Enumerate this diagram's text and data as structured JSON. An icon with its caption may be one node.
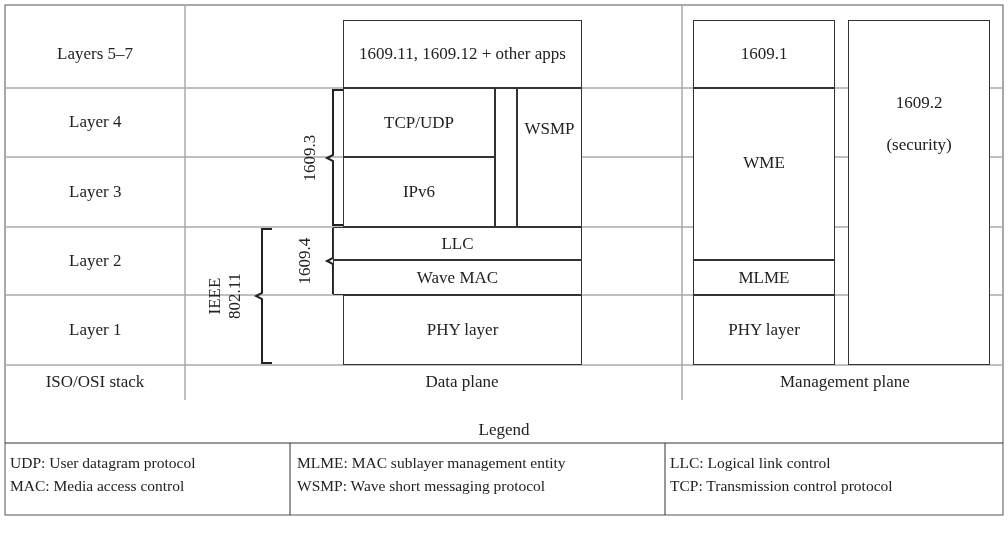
{
  "diagram": {
    "nodes": [
      {
        "text": [
          "1609.11, 1609.12 + other apps"
        ]
      },
      {
        "text": [
          "TCP/UDP"
        ]
      },
      {
        "text": [
          "IPv6"
        ]
      },
      {
        "text": [],
        "shape": "bar"
      },
      {
        "text": [
          "WSMP"
        ]
      },
      {
        "text": [
          "LLC"
        ]
      },
      {
        "text": [
          "Wave MAC"
        ]
      },
      {
        "text": [
          "PHY layer"
        ]
      },
      {
        "text": [
          "1609.1"
        ]
      },
      {
        "text": [
          "WME"
        ]
      },
      {
        "text": [
          "MLME"
        ]
      },
      {
        "text": [
          "PHY layer"
        ]
      },
      {
        "text": [
          "1609.2",
          "(security)"
        ]
      }
    ],
    "edges": [],
    "labels": [
      "Layers 5–7",
      "Layer 4",
      "Layer 3",
      "Layer 2",
      "Layer 1",
      "ISO/OSI stack",
      "1609.3",
      "1609.4",
      "IEEE 802.11",
      "Data plane",
      "Management plane",
      "Legend",
      "UDP: User datagram protocol",
      "MLME: MAC sublayer management entity",
      "LLC: Logical link control",
      "MAC: Media access control",
      "WSMP: Wave short messaging protocol",
      "TCP: Transmission control protocol"
    ]
  }
}
